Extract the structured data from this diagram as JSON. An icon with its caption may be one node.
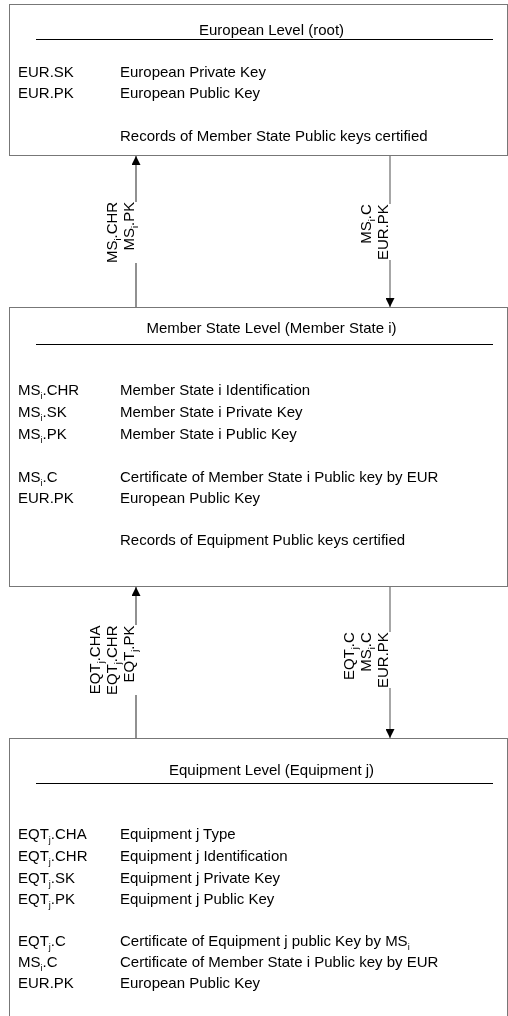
{
  "diagram": {
    "nodes": [
      {
        "text": [
          "European Level (root)",
          "EUR.SK",
          "European Private Key",
          "EUR.PK",
          "European Public Key",
          "Records of Member State Public keys certified"
        ]
      },
      {
        "text": [
          "Member State Level (Member State i)",
          "MS$_{i}$.CHR",
          "Member State i Identification",
          "MS$_{i}$.SK",
          "Member State i Private Key",
          "MS$_{i}$.PK",
          "Member State i Public Key",
          "MS$_{i}$.C",
          "Certificate of Member State i Public key by EUR",
          "EUR.PK",
          "European Public Key",
          "Records of Equipment Public keys certified"
        ]
      },
      {
        "text": [
          "Equipment Level (Equipment j)",
          "EQT$_{j}$.CHA",
          "Equipment j Type",
          "EQT$_{j}$.CHR",
          "Equipment j Identification",
          "EQT$_{j}$.SK",
          "Equipment j Private Key",
          "EQT$_{j}$.PK",
          "Equipment j Public Key",
          "EQT$_{j}$.C",
          "Certificate of Equipment j public Key by MS$_{i}$",
          "MS$_{i}$.C",
          "Certificate of Member State i Public key by EUR",
          "EUR.PK",
          "European Public Key"
        ]
      }
    ],
    "edges": [
      {
        "from": 1,
        "to": 0,
        "arrow": "to",
        "label": "MS$_{i}$.CHR MS$_{i}$.PK"
      },
      {
        "from": 0,
        "to": 1,
        "arrow": "to",
        "label": "MS$_{i}$.C EUR.PK"
      },
      {
        "from": 2,
        "to": 1,
        "arrow": "to",
        "label": "EQT$_{j}$.CHA EQT$_{j}$.CHR EQT$_{j}$.PK"
      },
      {
        "from": 1,
        "to": 2,
        "arrow": "to",
        "label": "EQT$_{j}$.C MS$_{i}$.C EUR.PK"
      }
    ]
  }
}
